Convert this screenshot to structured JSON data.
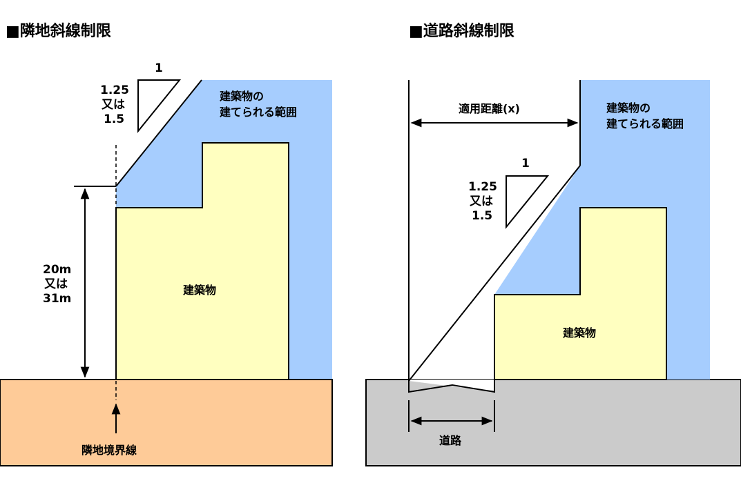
{
  "left": {
    "title": "■隣地斜線制限",
    "area_label_1": "建築物の",
    "area_label_2": "建てられる範囲",
    "slope_top": "1",
    "slope_side_1": "1.25",
    "slope_side_2": "又は",
    "slope_side_3": "1.5",
    "height_1": "20m",
    "height_2": "又は",
    "height_3": "31m",
    "building": "建築物",
    "boundary": "隣地境界線"
  },
  "right": {
    "title": "■道路斜線制限",
    "distance": "適用距離(x)",
    "area_label_1": "建築物の",
    "area_label_2": "建てられる範囲",
    "slope_top": "1",
    "slope_side_1": "1.25",
    "slope_side_2": "又は",
    "slope_side_3": "1.5",
    "building": "建築物",
    "road": "道路"
  },
  "colors": {
    "buildable": "#a6cdfe",
    "building": "#ffffc0",
    "ground_left": "#fecb98",
    "ground_right": "#cbcbcb",
    "outline": "#000000"
  }
}
